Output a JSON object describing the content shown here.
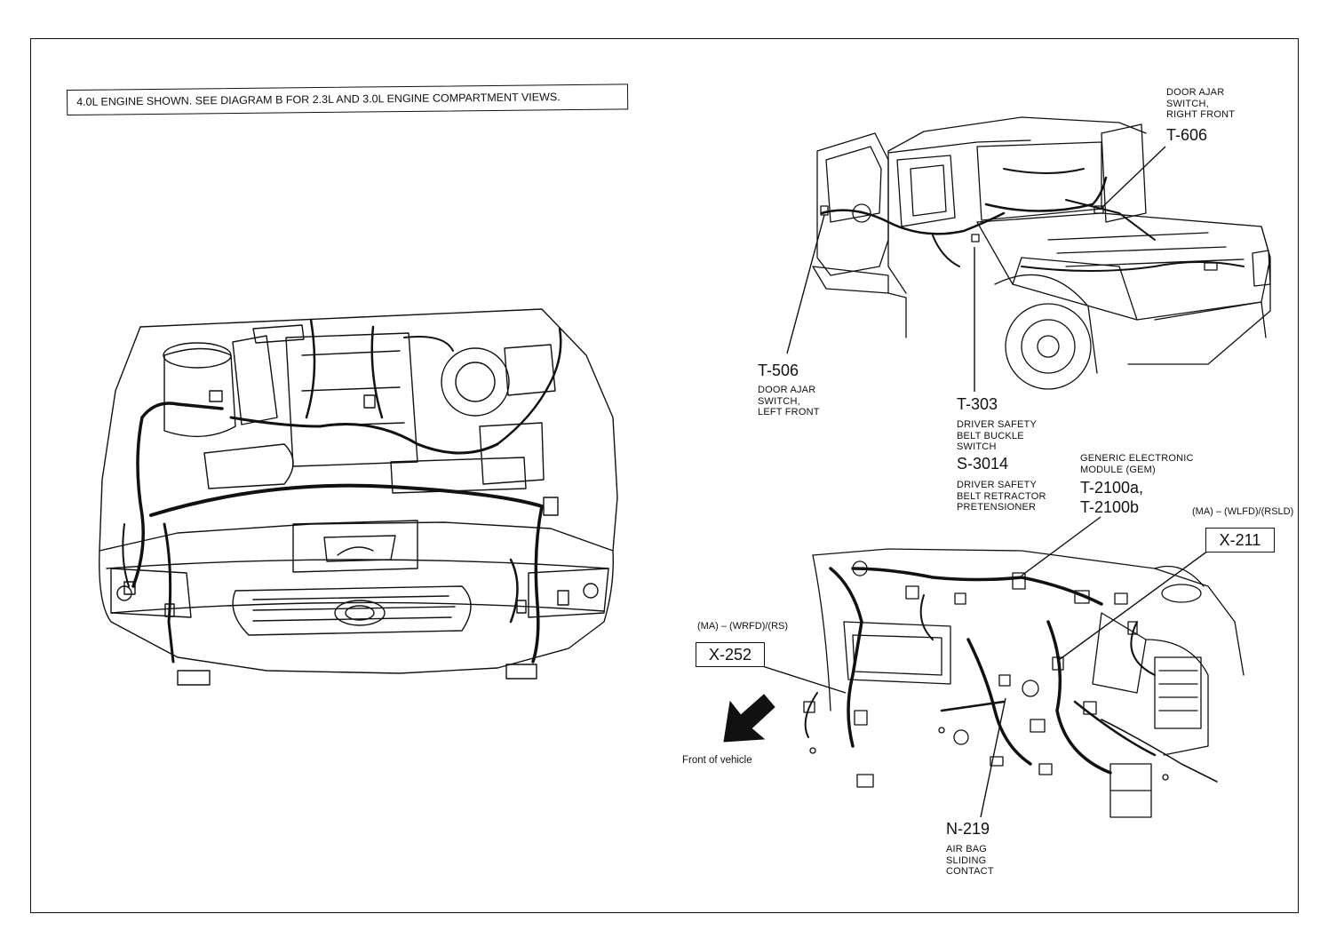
{
  "note": "4.0L ENGINE SHOWN. SEE DIAGRAM B FOR 2.3L AND 3.0L ENGINE COMPARTMENT VIEWS.",
  "callouts": {
    "t606": {
      "lines": [
        "DOOR AJAR",
        "SWITCH,",
        "RIGHT FRONT"
      ],
      "code": "T-606"
    },
    "t506": {
      "code": "T-506",
      "lines": [
        "DOOR AJAR",
        "SWITCH,",
        "LEFT FRONT"
      ]
    },
    "t303": {
      "code": "T-303",
      "lines": [
        "DRIVER SAFETY",
        "BELT BUCKLE",
        "SWITCH"
      ]
    },
    "s3014": {
      "code": "S-3014",
      "lines": [
        "DRIVER SAFETY",
        "BELT RETRACTOR",
        "PRETENSIONER"
      ]
    },
    "gem": {
      "lines": [
        "GENERIC ELECTRONIC",
        "MODULE (GEM)"
      ],
      "code1": "T-2100a,",
      "code2": "T-2100b"
    },
    "x211": {
      "variant": "(MA) – (WLFD)/(RSLD)",
      "code": "X-211"
    },
    "x252": {
      "variant": "(MA) – (WRFD)/(RS)",
      "code": "X-252"
    },
    "n219": {
      "code": "N-219",
      "lines": [
        "AIR BAG",
        "SLIDING",
        "CONTACT"
      ]
    }
  },
  "front_label": "Front of vehicle",
  "colors": {
    "ink": "#111111",
    "paper": "#ffffff"
  }
}
